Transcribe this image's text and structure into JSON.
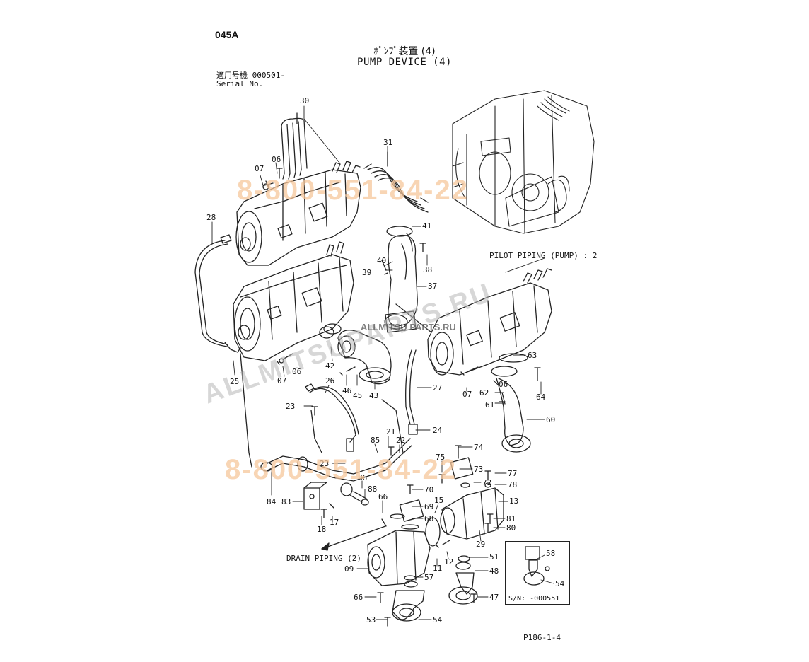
{
  "header": {
    "code": "045A",
    "title_jp": "ﾎﾟﾝﾌﾟ装置 (4)",
    "title_en": "PUMP DEVICE (4)",
    "serial_jp": "適用号機  000501-",
    "serial_en": "Serial No."
  },
  "footer": {
    "page_ref": "P186-1-4"
  },
  "inset": {
    "serial_range": "S/N: -000551"
  },
  "notes": {
    "pilot_piping": "PILOT PIPING (PUMP) : 2",
    "drain_piping": "DRAIN PIPING (2)"
  },
  "watermarks": {
    "phone_top": "8-800-551-84-22",
    "phone_bottom": "8-800-551-84-22",
    "site": "ALLMITSUPARTS.RU",
    "logo": "ALLMITSU PARTS.RU"
  },
  "callouts": [
    {
      "id": "c30",
      "label": "30"
    },
    {
      "id": "c06a",
      "label": "06"
    },
    {
      "id": "c07a",
      "label": "07"
    },
    {
      "id": "c31",
      "label": "31"
    },
    {
      "id": "c28",
      "label": "28"
    },
    {
      "id": "c41",
      "label": "41"
    },
    {
      "id": "c40",
      "label": "40"
    },
    {
      "id": "c38",
      "label": "38"
    },
    {
      "id": "c39",
      "label": "39"
    },
    {
      "id": "c37",
      "label": "37"
    },
    {
      "id": "c25",
      "label": "25"
    },
    {
      "id": "c42",
      "label": "42"
    },
    {
      "id": "c06b",
      "label": "06"
    },
    {
      "id": "c07b",
      "label": "07"
    },
    {
      "id": "c46",
      "label": "46"
    },
    {
      "id": "c45",
      "label": "45"
    },
    {
      "id": "c43",
      "label": "43"
    },
    {
      "id": "c26",
      "label": "26"
    },
    {
      "id": "c27",
      "label": "27"
    },
    {
      "id": "c63",
      "label": "63"
    },
    {
      "id": "c06c",
      "label": "06"
    },
    {
      "id": "c07c",
      "label": "07"
    },
    {
      "id": "c62",
      "label": "62"
    },
    {
      "id": "c64",
      "label": "64"
    },
    {
      "id": "c61",
      "label": "61"
    },
    {
      "id": "c60",
      "label": "60"
    },
    {
      "id": "c23a",
      "label": "23"
    },
    {
      "id": "c24",
      "label": "24"
    },
    {
      "id": "c21",
      "label": "21"
    },
    {
      "id": "c22",
      "label": "22"
    },
    {
      "id": "c85",
      "label": "85"
    },
    {
      "id": "c23b",
      "label": "23"
    },
    {
      "id": "c74",
      "label": "74"
    },
    {
      "id": "c75",
      "label": "75"
    },
    {
      "id": "c73",
      "label": "73"
    },
    {
      "id": "c77",
      "label": "77"
    },
    {
      "id": "c86",
      "label": "86"
    },
    {
      "id": "c72",
      "label": "72"
    },
    {
      "id": "c78",
      "label": "78"
    },
    {
      "id": "c84",
      "label": "84"
    },
    {
      "id": "c83",
      "label": "83"
    },
    {
      "id": "c88",
      "label": "88"
    },
    {
      "id": "c70",
      "label": "70"
    },
    {
      "id": "c66a",
      "label": "66"
    },
    {
      "id": "c69",
      "label": "69"
    },
    {
      "id": "c15",
      "label": "15"
    },
    {
      "id": "c13",
      "label": "13"
    },
    {
      "id": "c18",
      "label": "18"
    },
    {
      "id": "c17",
      "label": "17"
    },
    {
      "id": "c68",
      "label": "68"
    },
    {
      "id": "c81",
      "label": "81"
    },
    {
      "id": "c80",
      "label": "80"
    },
    {
      "id": "c29",
      "label": "29"
    },
    {
      "id": "c51",
      "label": "51"
    },
    {
      "id": "c12",
      "label": "12"
    },
    {
      "id": "c11",
      "label": "11"
    },
    {
      "id": "c09",
      "label": "09"
    },
    {
      "id": "c48",
      "label": "48"
    },
    {
      "id": "c57",
      "label": "57"
    },
    {
      "id": "c47",
      "label": "47"
    },
    {
      "id": "c66b",
      "label": "66"
    },
    {
      "id": "c53",
      "label": "53"
    },
    {
      "id": "c54a",
      "label": "54"
    },
    {
      "id": "c58",
      "label": "58"
    },
    {
      "id": "c54b",
      "label": "54"
    }
  ]
}
